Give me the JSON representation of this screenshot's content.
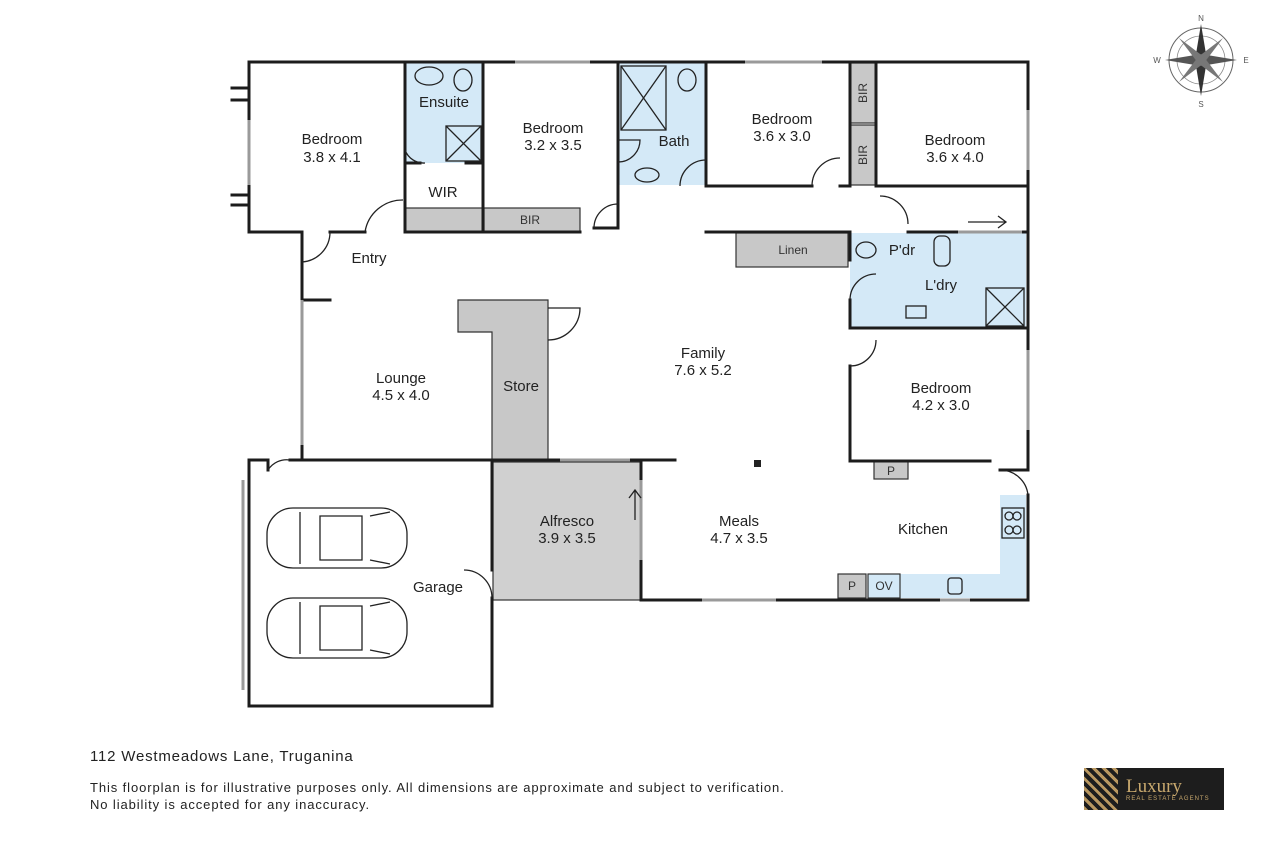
{
  "rooms": {
    "bedroom1": {
      "name": "Bedroom",
      "size": "3.8 x 4.1"
    },
    "ensuite": {
      "name": "Ensuite"
    },
    "wir": {
      "name": "WIR"
    },
    "bedroom2": {
      "name": "Bedroom",
      "size": "3.2 x 3.5"
    },
    "bir1": {
      "name": "BIR"
    },
    "bath": {
      "name": "Bath"
    },
    "bedroom3": {
      "name": "Bedroom",
      "size": "3.6 x 3.0"
    },
    "bir2": {
      "name": "BIR"
    },
    "bir3": {
      "name": "BIR"
    },
    "bedroom4": {
      "name": "Bedroom",
      "size": "3.6 x 4.0"
    },
    "entry": {
      "name": "Entry"
    },
    "linen": {
      "name": "Linen"
    },
    "pdr": {
      "name": "P'dr"
    },
    "ldry": {
      "name": "L'dry"
    },
    "lounge": {
      "name": "Lounge",
      "size": "4.5 x 4.0"
    },
    "store": {
      "name": "Store"
    },
    "family": {
      "name": "Family",
      "size": "7.6 x 5.2"
    },
    "bedroom5": {
      "name": "Bedroom",
      "size": "4.2 x 3.0"
    },
    "pantry1": {
      "name": "P"
    },
    "alfresco": {
      "name": "Alfresco",
      "size": "3.9 x 3.5"
    },
    "meals": {
      "name": "Meals",
      "size": "4.7 x 3.5"
    },
    "kitchen": {
      "name": "Kitchen"
    },
    "pantry2": {
      "name": "P"
    },
    "oven": {
      "name": "OV"
    },
    "garage": {
      "name": "Garage"
    }
  },
  "footer": {
    "address": "112 Westmeadows Lane, Truganina",
    "disclaimer_line1": "This floorplan is for illustrative purposes only. All dimensions are approximate and subject to verification.",
    "disclaimer_line2": "No liability is accepted for any inaccuracy."
  },
  "logo": {
    "main": "Luxury",
    "sub": "REAL ESTATE AGENTS"
  },
  "compass": {
    "north": "N",
    "east": "E",
    "south": "S",
    "west": "W"
  },
  "colors": {
    "wet_area": "#d4e9f7",
    "joinery": "#c8c8c8",
    "alfresco": "#d0d0d0",
    "wall": "#1c1c1c"
  }
}
